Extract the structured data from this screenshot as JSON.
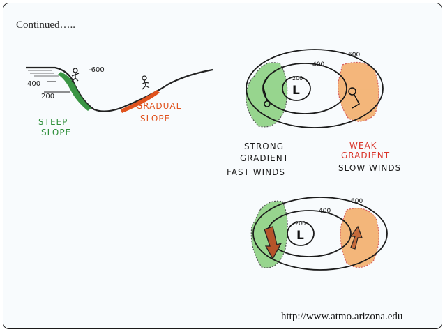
{
  "slide": {
    "title": "Continued…..",
    "source_url": "http://www.atmo.arizona.edu"
  },
  "slope_sketch": {
    "contour_top": "-600",
    "contour_mid": "400",
    "contour_low": "200",
    "steep_label_1": "STEEP",
    "steep_label_2": "SLOPE",
    "gradual_label_1": "GRADUAL",
    "gradual_label_2": "SLOPE",
    "steep_color": "#2f8f3a",
    "gradual_color": "#e0531e"
  },
  "pressure_map_top": {
    "low_label": "L",
    "contour_200": "200",
    "contour_400": "400",
    "contour_600": "600",
    "strong_label_1": "STRONG",
    "strong_label_2": "GRADIENT",
    "strong_label_3": "FAST WINDS",
    "weak_label_1": "WEAK",
    "weak_label_2": "GRADIENT",
    "weak_label_3": "SLOW WINDS",
    "strong_color": "#77c96a",
    "weak_color": "#f3a55a"
  },
  "pressure_map_bottom": {
    "low_label": "L",
    "contour_200": "200",
    "contour_400": "400",
    "contour_600": "600",
    "arrow_left_color": "#b5542a",
    "arrow_right_color": "#c46a3a"
  }
}
